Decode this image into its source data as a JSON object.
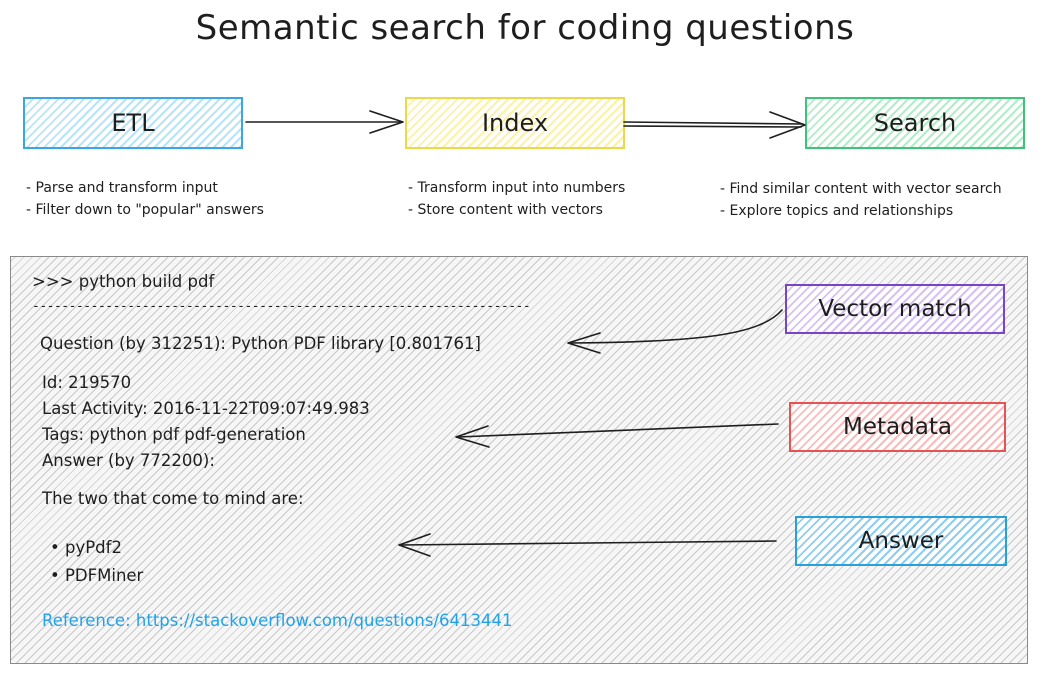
{
  "title": "Semantic search for coding questions",
  "stages": [
    {
      "name": "ETL",
      "bullets": [
        "- Parse and transform input",
        "- Filter down to \"popular\" answers"
      ]
    },
    {
      "name": "Index",
      "bullets": [
        "- Transform input into numbers",
        "- Store content with vectors"
      ]
    },
    {
      "name": "Search",
      "bullets": [
        "- Find similar content with vector search",
        "- Explore topics and relationships"
      ]
    }
  ],
  "result": {
    "query": ">>> python build pdf",
    "separator": "--------------------------------------------------------------------",
    "question": "Question (by 312251): Python PDF library [0.801761]",
    "id": "Id: 219570",
    "last_activity": "Last Activity: 2016-11-22T09:07:49.983",
    "tags": "Tags: python pdf pdf-generation",
    "answer_by": "Answer (by 772200):",
    "answer_intro": "The two that come to mind are:",
    "answer_items": [
      "pyPdf2",
      "PDFMiner"
    ],
    "reference": "Reference: https://stackoverflow.com/questions/6413441"
  },
  "callouts": {
    "vector_match": "Vector match",
    "metadata": "Metadata",
    "answer": "Answer"
  },
  "colors": {
    "etl": "#3ba7e0",
    "index": "#ecd84a",
    "search": "#3ec47a",
    "vector_match": "#7a44c9",
    "metadata": "#e55353",
    "answer": "#2a9fd8",
    "link": "#1ea3ec"
  }
}
